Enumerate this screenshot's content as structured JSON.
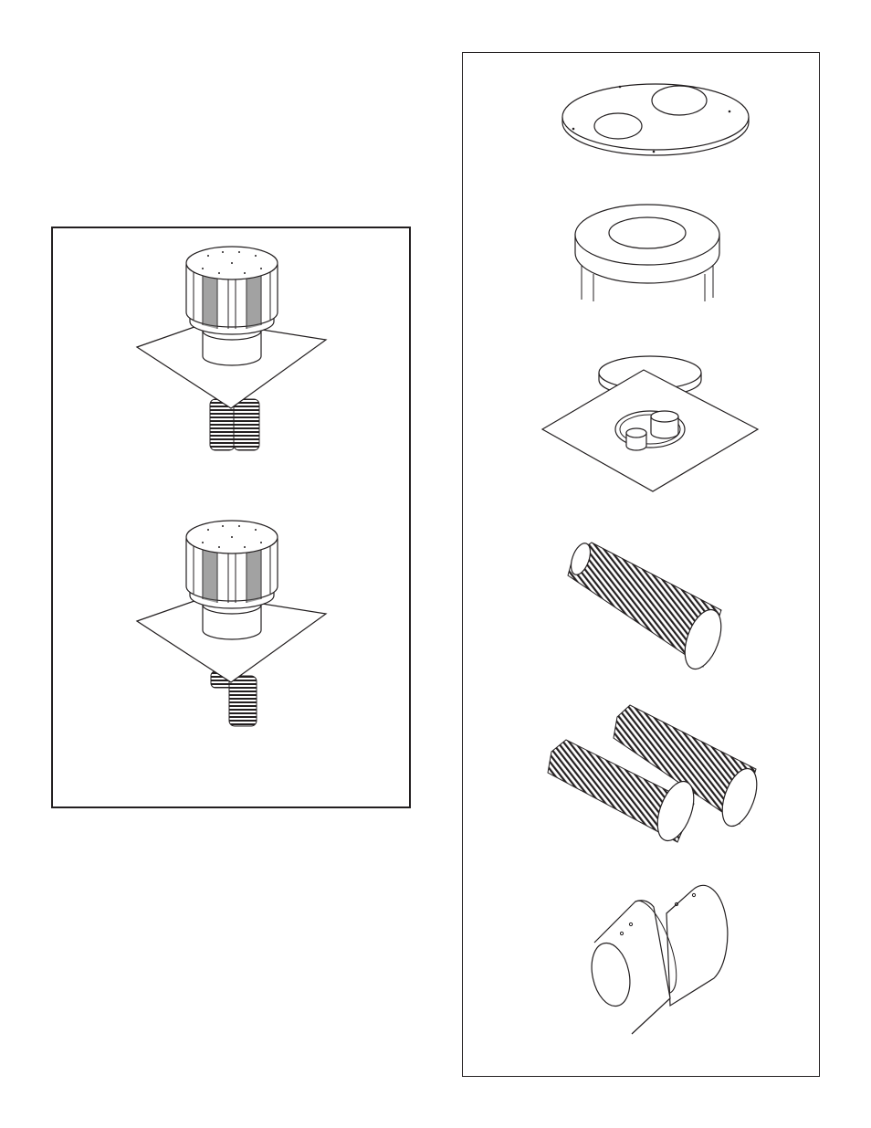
{
  "page": {
    "figures": [
      {
        "id": "assembled-termination-cap-a"
      },
      {
        "id": "assembled-termination-cap-b"
      },
      {
        "id": "top-plate-two-holes"
      },
      {
        "id": "storm-collar"
      },
      {
        "id": "flashing-with-adapters"
      },
      {
        "id": "flexible-liner-single"
      },
      {
        "id": "flexible-liner-pair"
      },
      {
        "id": "pipe-coupler"
      }
    ],
    "colors": {
      "line": "#231f20",
      "background": "#ffffff"
    }
  }
}
